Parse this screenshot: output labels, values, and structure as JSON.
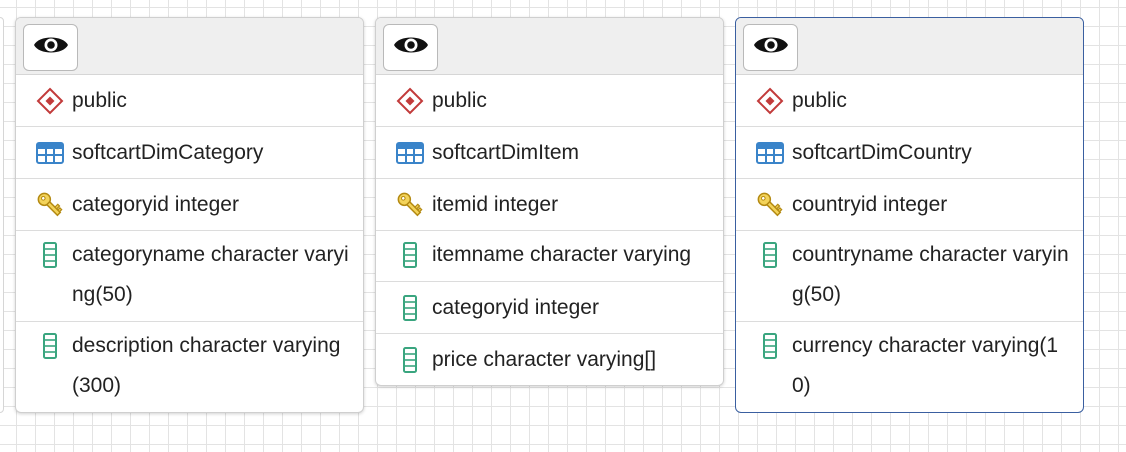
{
  "colors": {
    "selected_border": "#3a5fa0",
    "schema_icon": "#c23b3b",
    "table_icon": "#3a84c9",
    "key_icon": "#e8c23a",
    "column_icon": "#3aa57f"
  },
  "nodes": [
    {
      "schema": "public",
      "table": "softcartDimCategory",
      "pk": "categoryid integer",
      "columns": [
        "categoryname character varying(50)",
        "description character varying(300)"
      ]
    },
    {
      "schema": "public",
      "table": "softcartDimItem",
      "pk": "itemid integer",
      "columns": [
        "itemname character varying",
        "categoryid integer",
        "price character varying[]"
      ]
    },
    {
      "schema": "public",
      "table": "softcartDimCountry",
      "pk": "countryid integer",
      "columns": [
        "countryname character varying(50)",
        "currency character varying(10)"
      ]
    }
  ]
}
